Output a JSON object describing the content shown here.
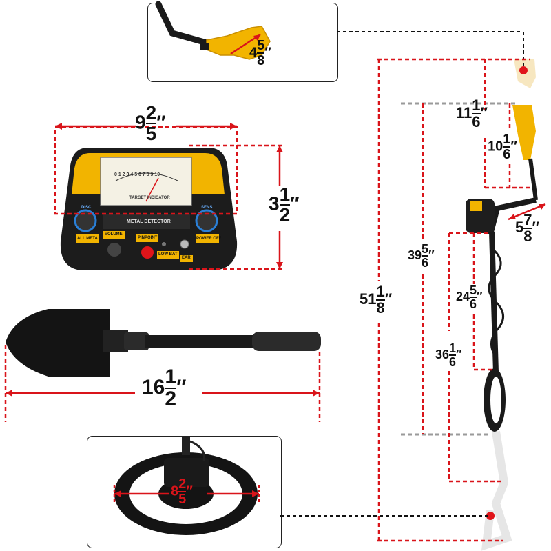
{
  "colors": {
    "dimension_red": "#d9141a",
    "detector_yellow": "#f2b400",
    "dark": "#1a1a1a",
    "grey_line": "#9a9a9a"
  },
  "dimensions": {
    "handle_width": {
      "whole": "4",
      "num": "5",
      "den": "8",
      "unit": "″"
    },
    "control_width": {
      "whole": "9",
      "num": "2",
      "den": "5",
      "unit": "″"
    },
    "control_height": {
      "whole": "3",
      "num": "1",
      "den": "2",
      "unit": "″"
    },
    "shovel_length": {
      "whole": "16",
      "num": "1",
      "den": "2",
      "unit": "″"
    },
    "coil_diameter": {
      "whole": "8",
      "num": "2",
      "den": "5",
      "unit": "″"
    },
    "armrest_top": {
      "whole": "11",
      "num": "1",
      "den": "6",
      "unit": "″"
    },
    "armrest_cuff": {
      "whole": "10",
      "num": "1",
      "den": "6",
      "unit": "″"
    },
    "arm_width": {
      "whole": "5",
      "num": "7",
      "den": "8",
      "unit": "″"
    },
    "total_length": {
      "whole": "51",
      "num": "1",
      "den": "8",
      "unit": "″"
    },
    "shaft_long": {
      "whole": "39",
      "num": "5",
      "den": "6",
      "unit": "″"
    },
    "shaft_short": {
      "whole": "24",
      "num": "5",
      "den": "6",
      "unit": "″"
    },
    "shaft_mid": {
      "whole": "36",
      "num": "1",
      "den": "6",
      "unit": "″"
    }
  },
  "control_panel": {
    "meter_scale": "0 1 2 3 4 5 6 7 8 9 10",
    "meter_label": "TARGET INDICATOR",
    "title": "METAL DETECTOR",
    "knob_left": "DISC",
    "knob_right": "SENS",
    "all_metal": "ALL METAL",
    "volume": "VOLUME",
    "pinpoint": "PINPOINT",
    "low_bat": "LOW BAT",
    "power_off": "POWER OFF",
    "ear": "EAR"
  }
}
